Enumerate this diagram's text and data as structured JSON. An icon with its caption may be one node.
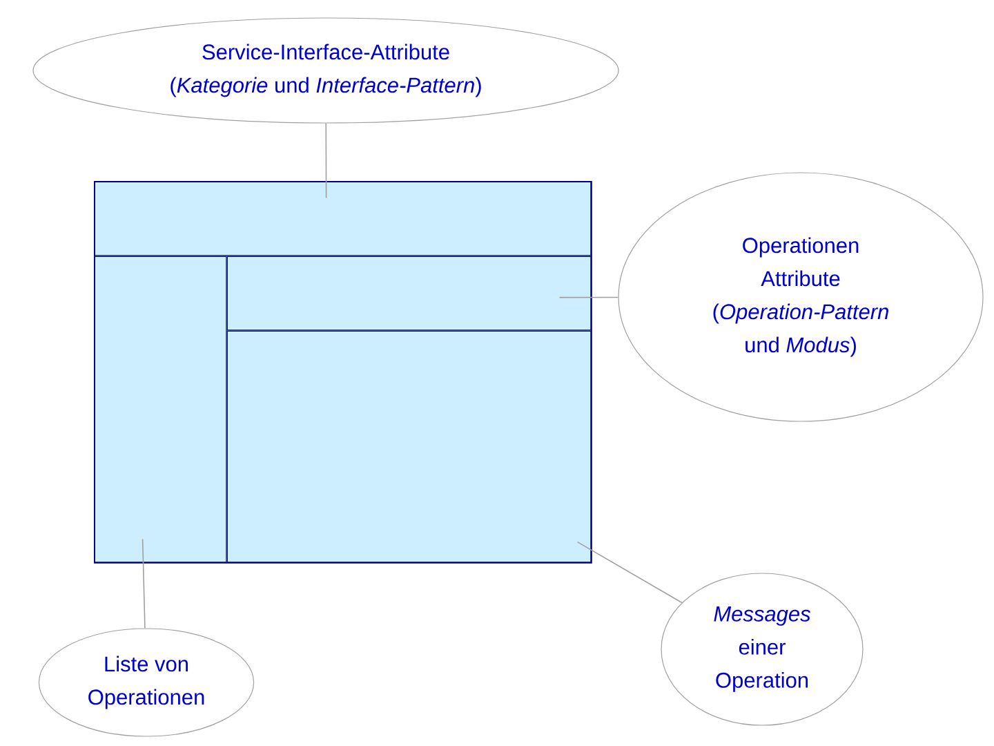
{
  "diagram": {
    "nodes": [
      {
        "text": [],
        "shape": "box"
      },
      {
        "text": [],
        "shape": "box",
        "in": 0
      },
      {
        "text": [],
        "shape": "box",
        "in": 0
      },
      {
        "text": [],
        "shape": "box",
        "in": 0
      },
      {
        "text": [],
        "shape": "box",
        "in": 0
      },
      {
        "text": [
          "Service-Interface-Attribute (*Kategorie* und *Interface-Pattern*)"
        ]
      },
      {
        "text": [
          "Operationen Attribute (*Operation-Pattern* und *Modus*)"
        ]
      },
      {
        "text": [
          "Liste von Operationen"
        ]
      },
      {
        "text": [
          "*Messages* einer Operation"
        ]
      }
    ],
    "edges": [
      {
        "from": 5,
        "to": 1,
        "arrow": "none"
      },
      {
        "from": 6,
        "to": 3,
        "arrow": "none"
      },
      {
        "from": 7,
        "to": 2,
        "arrow": "none"
      },
      {
        "from": 8,
        "to": 4,
        "arrow": "none"
      }
    ]
  }
}
